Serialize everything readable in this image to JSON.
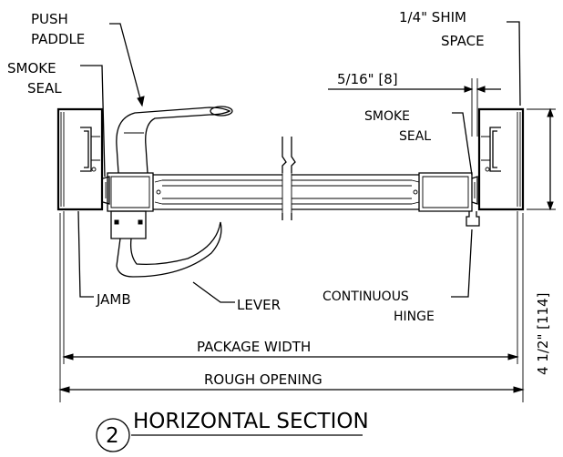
{
  "labels": {
    "push_paddle_1": "PUSH",
    "push_paddle_2": "PADDLE",
    "smoke_seal_left_1": "SMOKE",
    "smoke_seal_left_2": "SEAL",
    "shim_1": "1/4\" SHIM",
    "shim_2": "SPACE",
    "gap_dim": "5/16\" [8]",
    "smoke_seal_right_1": "SMOKE",
    "smoke_seal_right_2": "SEAL",
    "jamb": "JAMB",
    "lever": "LEVER",
    "hinge_1": "CONTINUOUS",
    "hinge_2": "HINGE",
    "package_width": "PACKAGE WIDTH",
    "rough_opening": "ROUGH OPENING",
    "depth_dim": "4 1/2\" [114]"
  },
  "title": {
    "number": "2",
    "text": "HORIZONTAL SECTION"
  }
}
